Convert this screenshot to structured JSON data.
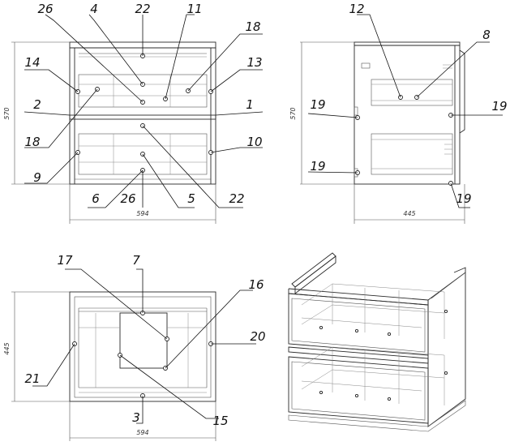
{
  "dimensions": {
    "front_height": "570",
    "front_width": "594",
    "side_height": "570",
    "side_depth": "445",
    "top_depth": "445",
    "top_width": "594"
  },
  "labels": {
    "l1": "1",
    "l2": "2",
    "l3": "3",
    "l4": "4",
    "l5": "5",
    "l6": "6",
    "l7": "7",
    "l8": "8",
    "l9": "9",
    "l10": "10",
    "l11": "11",
    "l12": "12",
    "l13": "13",
    "l14": "14",
    "l15": "15",
    "l16": "16",
    "l17": "17",
    "l18a": "18",
    "l18b": "18",
    "l19a": "19",
    "l19b": "19",
    "l19c": "19",
    "l19d": "19",
    "l20": "20",
    "l21": "21",
    "l22a": "22",
    "l22b": "22",
    "l26a": "26",
    "l26b": "26"
  }
}
